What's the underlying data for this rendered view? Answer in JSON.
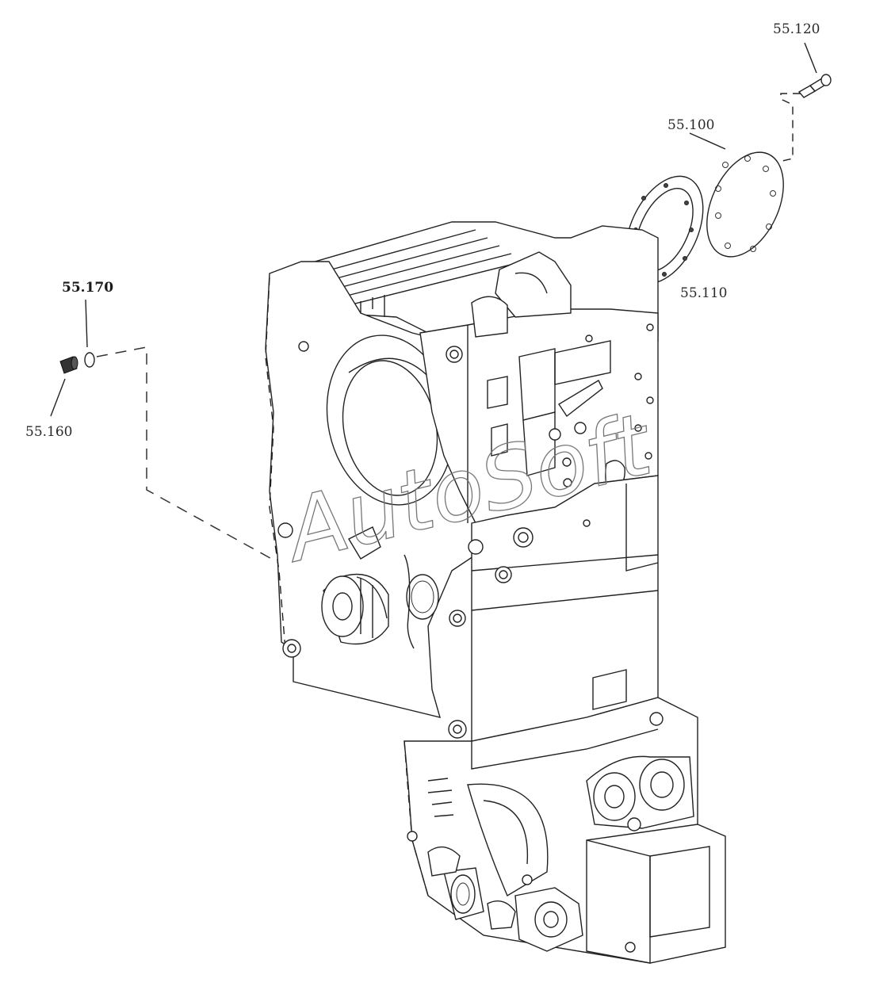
{
  "labels": {
    "p120": "55.120",
    "p100": "55.100",
    "p110": "55.110",
    "p170": "55.170",
    "p160": "55.160"
  },
  "watermark": "AutoSoft"
}
